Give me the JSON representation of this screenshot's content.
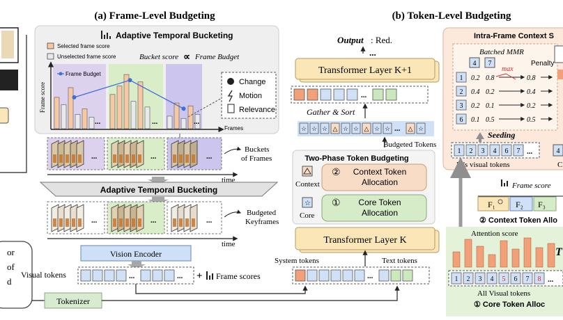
{
  "panel_a": {
    "title": "(a) Frame-Level Budgeting",
    "chart": {
      "title": "Adaptive Temporal Bucketing",
      "legend": [
        "Selected frame score",
        "Unselected frame score"
      ],
      "formula_left": "Bucket score",
      "formula_symbol": "∝",
      "formula_right": "Frame Budget",
      "series_label": "Frame Budget",
      "ylabel": "Frame score",
      "xlabel": "Frames",
      "ellipsis": "...",
      "criteria": [
        "Change",
        "Motion",
        "Relevance"
      ]
    },
    "buckets_label": [
      "Buckets",
      "of Frames"
    ],
    "time_label": "time",
    "atb_bar_label": "Adaptive Temporal Bucketing",
    "keyframes_label": [
      "Budgeted",
      "Keyframes"
    ],
    "vision_encoder": "Vision Encoder",
    "visual_tokens": "Visual tokens",
    "plus": "+",
    "frame_scores": "Frame scores",
    "tokenizer": "Tokenizer",
    "left_partial_text": [
      "or",
      "of",
      "d"
    ]
  },
  "panel_b": {
    "title": "(b) Token-Level Budgeting",
    "output_bold": "Output",
    "output_rest": ": Red.",
    "dots": "...",
    "layer_k1": "Transformer Layer K+1",
    "gather_sort": "Gather & Sort",
    "budgeted_tokens": "Budgeted Tokens",
    "two_phase_title": "Two-Phase Token Budgeting",
    "context_label": "Context",
    "core_label": "Core",
    "context_alloc_num": "②",
    "context_alloc": [
      "Context Token",
      "Allocation"
    ],
    "core_alloc_num": "①",
    "core_alloc": [
      "Core Token",
      "Allocation"
    ],
    "layer_k": "Transformer Layer K",
    "system_tokens": "System tokens",
    "text_tokens": "Text tokens"
  },
  "panel_c": {
    "title": "Intra-Frame Context S",
    "mmr_title": "Batched MMR",
    "max_label": "max",
    "penalty_label": "Penalty",
    "top_ids": [
      "4",
      "7"
    ],
    "mmr_rows": [
      {
        "id": "1",
        "a": "0.2",
        "b": "0.8",
        "p": "0.8"
      },
      {
        "id": "2",
        "a": "0.4",
        "b": "0.2",
        "p": "0.4"
      },
      {
        "id": "3",
        "a": "0.2",
        "b": "0.1",
        "p": "0.2"
      },
      {
        "id": "6",
        "a": "0.1",
        "b": "0.5",
        "p": "0.5"
      }
    ],
    "seeding": "Seeding",
    "seed_tokens": [
      "1",
      "2",
      "3",
      "4",
      "6",
      "7"
    ],
    "seed_caption": "F₁'s visual tokens",
    "side_num": "4",
    "side_letter": "C",
    "frame_score_label": "Frame score",
    "frames": [
      "F₁",
      "F₂",
      "F₃"
    ],
    "context_alloc": "② Context Token Allo",
    "attention_label": "Attention score",
    "tail_letter": "T",
    "all_tokens": [
      "1",
      "2",
      "3",
      "4",
      "5",
      "6",
      "7",
      "8"
    ],
    "all_caption": "All Visual tokens",
    "core_alloc": "① Core Token Alloc"
  },
  "colors": {
    "selected_bar": "#f6c8a4",
    "unselected_bar": "#e9e9e9",
    "budget_line": "#3e6fd8",
    "token_blue": "#cfe0f7",
    "token_orange": "#f1a079",
    "token_green": "#cce8bf",
    "layer_fill": "#fbe6b8",
    "context_fill": "#f9dcc6",
    "core_fill": "#d6ecc8",
    "tokenizer_fill": "#d8ead0",
    "encoder_fill": "#cde0f7",
    "bucket_purple": "#d9d0ec",
    "bucket_green": "#d7ecc7"
  },
  "chart_data": {
    "type": "bar",
    "title": "Adaptive Temporal Bucketing",
    "xlabel": "Frames",
    "ylabel": "Frame score",
    "buckets": [
      {
        "values": [
          0.55,
          0.42,
          0.72,
          0.25,
          0.35,
          0.2
        ],
        "selected": [
          true,
          false,
          true,
          false,
          true,
          false
        ]
      },
      {
        "values": [
          0.6,
          0.75,
          0.95,
          0.48,
          0.82,
          0.38
        ],
        "selected": [
          true,
          true,
          true,
          false,
          true,
          false
        ]
      },
      {
        "values": [
          0.22,
          0.45,
          0.18,
          0.4,
          0.25
        ],
        "selected": [
          false,
          true,
          false,
          true,
          false
        ]
      }
    ],
    "frame_budget": [
      0.55,
      0.85,
      0.35
    ]
  }
}
